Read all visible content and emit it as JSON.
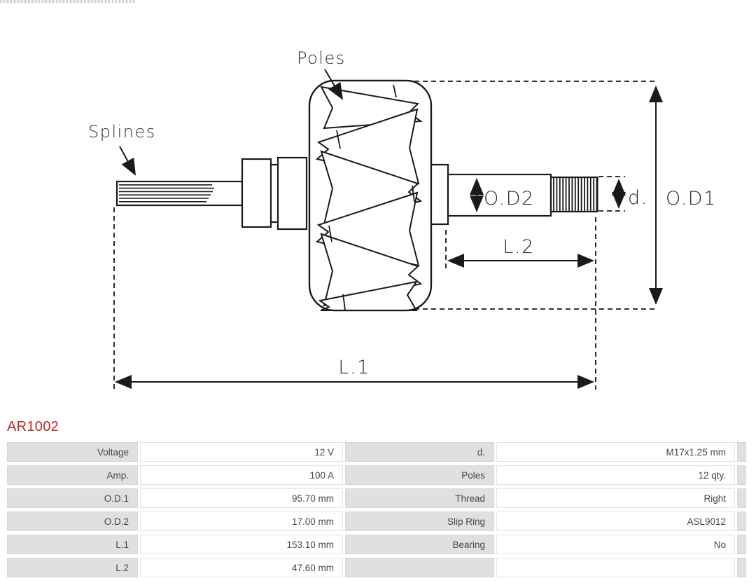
{
  "logo": {
    "name": "cropped-header-logo"
  },
  "colors": {
    "part_number_red": "#bf272b",
    "line": "#1a1a1a",
    "table_label_bg": "#e0e0e0",
    "table_text": "#474747"
  },
  "diagram": {
    "labels": {
      "poles": "Poles",
      "splines": "Splines",
      "od2": "O.D2",
      "d": "d.",
      "od1": "O.D1",
      "l2": "L.2",
      "l1": "L.1"
    }
  },
  "part_number": "AR1002",
  "table": {
    "rows": [
      {
        "left_label": "Voltage",
        "left_value": "12 V",
        "right_label": "d.",
        "right_value": "M17x1.25 mm"
      },
      {
        "left_label": "Amp.",
        "left_value": "100 A",
        "right_label": "Poles",
        "right_value": "12 qty."
      },
      {
        "left_label": "O.D.1",
        "left_value": "95.70 mm",
        "right_label": "Thread",
        "right_value": "Right"
      },
      {
        "left_label": "O.D.2",
        "left_value": "17.00 mm",
        "right_label": "Slip Ring",
        "right_value": "ASL9012"
      },
      {
        "left_label": "L.1",
        "left_value": "153.10 mm",
        "right_label": "Bearing",
        "right_value": "No"
      },
      {
        "left_label": "L.2",
        "left_value": "47.60 mm",
        "right_label": "",
        "right_value": ""
      }
    ]
  }
}
